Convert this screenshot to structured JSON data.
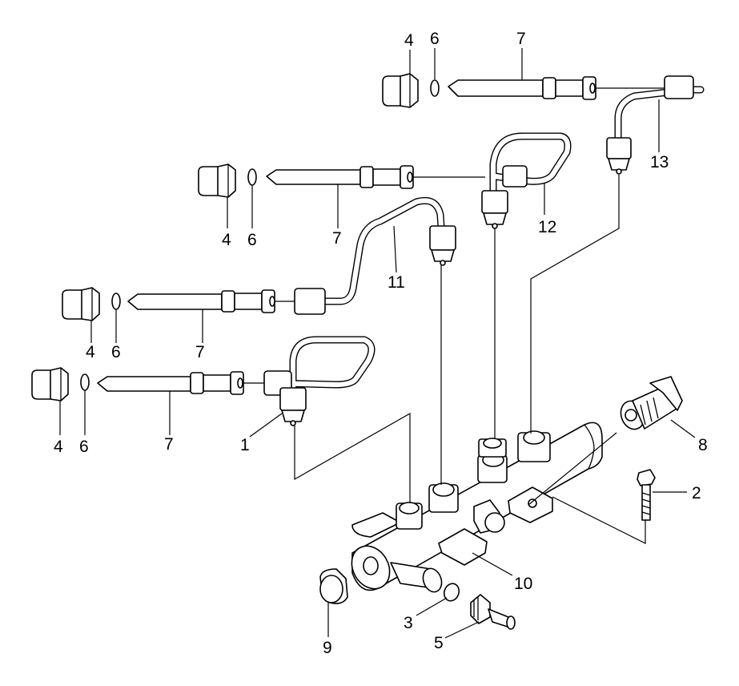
{
  "callouts": {
    "c1": "1",
    "c2": "2",
    "c3": "3",
    "c4a": "4",
    "c4b": "4",
    "c4c": "4",
    "c4d": "4",
    "c5": "5",
    "c6a": "6",
    "c6b": "6",
    "c6c": "6",
    "c6d": "6",
    "c7a": "7",
    "c7b": "7",
    "c7c": "7",
    "c7d": "7",
    "c8": "8",
    "c9": "9",
    "c10": "10",
    "c11": "11",
    "c12": "12",
    "c13": "13"
  }
}
